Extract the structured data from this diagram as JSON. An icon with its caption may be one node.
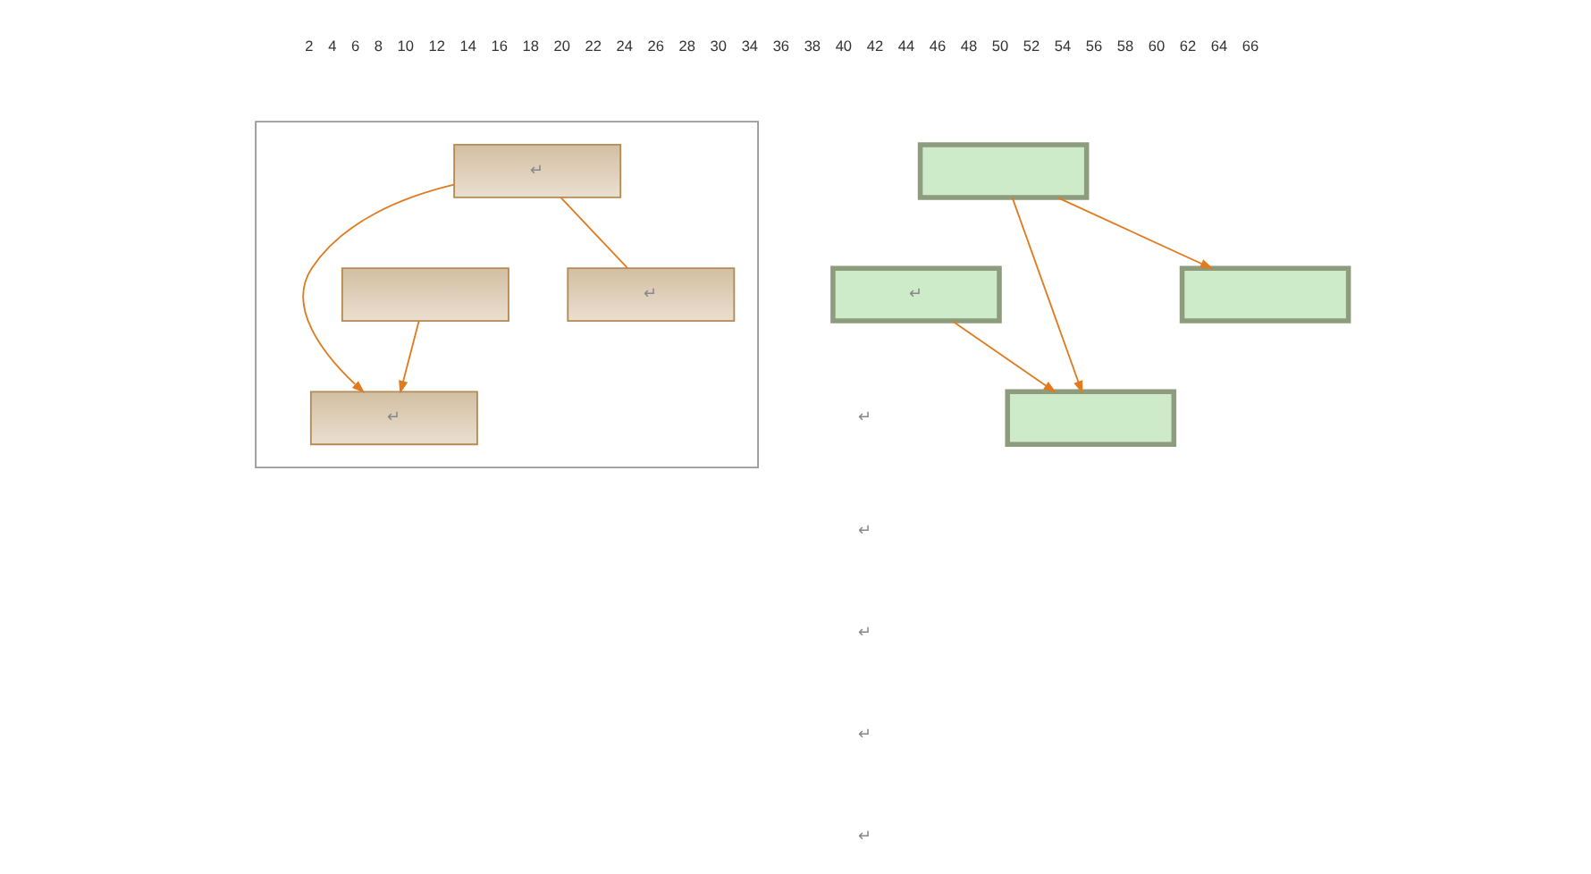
{
  "diagram": {
    "nodes": [
      {
        "text": [],
        "shape": "box"
      },
      {
        "text": [
          "↵"
        ],
        "in": 0
      },
      {
        "text": [],
        "shape": "box"
      },
      {
        "text": [],
        "shape": "box",
        "in": 0
      },
      {
        "text": [
          "↵"
        ],
        "in": 0
      },
      {
        "text": [
          "↵"
        ],
        "in": 0
      },
      {
        "text": [
          "↵"
        ]
      },
      {
        "text": [],
        "shape": "box"
      },
      {
        "text": [],
        "shape": "box"
      }
    ],
    "edges": [
      {
        "from": 1,
        "to": 4,
        "arrow": "to"
      },
      {
        "from": 1,
        "to": 5,
        "arrow": "none"
      },
      {
        "from": 3,
        "to": 4,
        "arrow": "to"
      },
      {
        "from": 6,
        "to": 7,
        "arrow": "to"
      },
      {
        "from": 2,
        "to": 7,
        "arrow": "to"
      },
      {
        "from": 2,
        "to": 8,
        "arrow": "to"
      }
    ],
    "labels": [
      "2",
      "4",
      "6",
      "8",
      "10",
      "12",
      "14",
      "16",
      "18",
      "20",
      "22",
      "24",
      "26",
      "28",
      "30",
      "34",
      "36",
      "38",
      "40",
      "42",
      "44",
      "46",
      "48",
      "50",
      "52",
      "54",
      "56",
      "58",
      "60",
      "62",
      "64",
      "66",
      "↵",
      "↵",
      "↵",
      "↵",
      "↵"
    ]
  }
}
